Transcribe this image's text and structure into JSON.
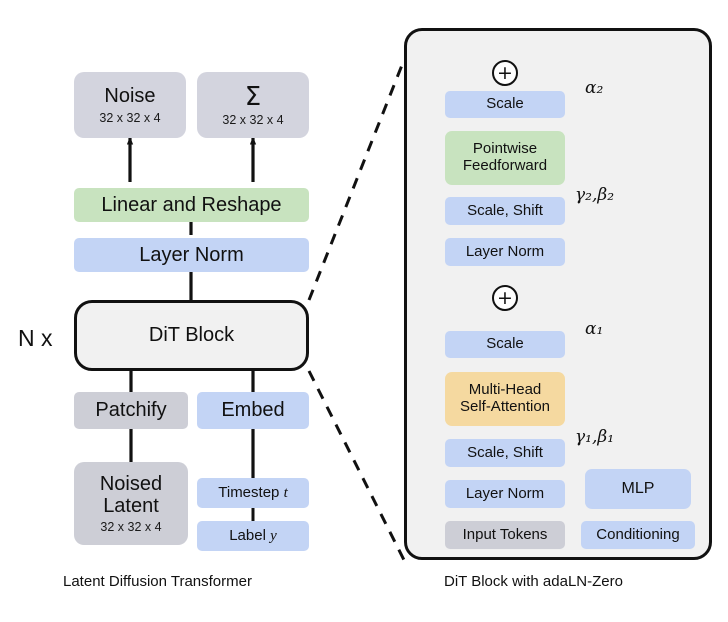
{
  "figure": {
    "left_caption": "Latent Diffusion Transformer",
    "right_caption": "DiT Block with adaLN-Zero",
    "repeat_label": "N x"
  },
  "colors": {
    "gray": "#d3d4de",
    "gray_dark": "#cdced6",
    "blue": "#c3d4f5",
    "green": "#c8e3bf",
    "orange": "#f5d9a0",
    "shell_fill": "#f1f1f1",
    "stroke": "#111111"
  },
  "left_panel": {
    "noise": {
      "label": "Noise",
      "shape": "32 x 32 x 4"
    },
    "sigma": {
      "label": "Σ",
      "shape": "32 x 32 x 4"
    },
    "linear_reshape": {
      "label": "Linear and Reshape"
    },
    "layer_norm": {
      "label": "Layer Norm"
    },
    "dit_block": {
      "label": "DiT Block"
    },
    "patchify": {
      "label": "Patchify"
    },
    "embed": {
      "label": "Embed"
    },
    "noised_latent": {
      "label_line1": "Noised",
      "label_line2": "Latent",
      "shape": "32 x 32 x 4"
    },
    "timestep": {
      "label": "Timestep",
      "var": "t"
    },
    "label_y": {
      "label": "Label",
      "var": "y"
    }
  },
  "right_panel": {
    "scale_top": {
      "label": "Scale"
    },
    "pointwise_ff": {
      "line1": "Pointwise",
      "line2": "Feedforward"
    },
    "scale_shift_top": {
      "label": "Scale, Shift"
    },
    "layer_norm_top": {
      "label": "Layer Norm"
    },
    "scale_bottom": {
      "label": "Scale"
    },
    "mhsa": {
      "line1": "Multi-Head",
      "line2": "Self-Attention"
    },
    "scale_shift_bottom": {
      "label": "Scale, Shift"
    },
    "layer_norm_bottom": {
      "label": "Layer Norm"
    },
    "input_tokens": {
      "label": "Input Tokens"
    },
    "mlp": {
      "label": "MLP"
    },
    "conditioning": {
      "label": "Conditioning"
    },
    "residual_add_top": {
      "symbol": "+"
    },
    "residual_add_bottom": {
      "symbol": "+"
    },
    "params": {
      "alpha2": "α₂",
      "gamma2_beta2": "γ₂,β₂",
      "alpha1": "α₁",
      "gamma1_beta1": "γ₁,β₁"
    }
  }
}
